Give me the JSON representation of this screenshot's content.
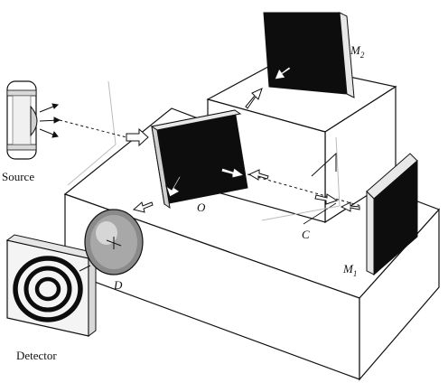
{
  "labels": {
    "source": "Source",
    "detector": "Detector",
    "mirror2": "M",
    "mirror2_sub": "2",
    "mirror1": "M",
    "mirror1_sub": "1",
    "beam_splitter": "O",
    "compensator": "C",
    "lens": "D"
  },
  "colors": {
    "ink": "#111111",
    "block_top": "#ffffff",
    "block_front": "#ffffff",
    "mirror_face": "#0d0d0d",
    "frame": "#e8e8e8"
  }
}
